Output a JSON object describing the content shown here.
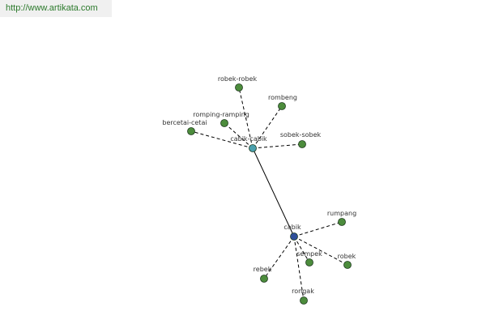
{
  "banner": {
    "url_text": "http://www.artikata.com"
  },
  "colors": {
    "root_node": "#2e4f9a",
    "hub_node": "#4aa0ae",
    "leaf_node": "#4c8c3c",
    "node_stroke": "#1e3a1e",
    "edge": "#000000",
    "label": "#333333",
    "banner_bg": "#f0f0f0",
    "banner_text": "#2c7a2c"
  },
  "graph": {
    "nodes": [
      {
        "id": "cabik",
        "label": "cabik",
        "kind": "root"
      },
      {
        "id": "cabik-cabik",
        "label": "cabik-cabik",
        "kind": "hub"
      },
      {
        "id": "robek-robek",
        "label": "robek-robek",
        "kind": "leaf"
      },
      {
        "id": "rombeng",
        "label": "rombeng",
        "kind": "leaf"
      },
      {
        "id": "romping-ramping",
        "label": "romping-ramping",
        "kind": "leaf"
      },
      {
        "id": "bercetai-cetai",
        "label": "bercetai-cetai",
        "kind": "leaf"
      },
      {
        "id": "sobek-sobek",
        "label": "sobek-sobek",
        "kind": "leaf"
      },
      {
        "id": "rumpang",
        "label": "rumpang",
        "kind": "leaf"
      },
      {
        "id": "sempek",
        "label": "sempek",
        "kind": "leaf"
      },
      {
        "id": "robek",
        "label": "robek",
        "kind": "leaf"
      },
      {
        "id": "rebek",
        "label": "rebek",
        "kind": "leaf"
      },
      {
        "id": "rongak",
        "label": "rongak",
        "kind": "leaf"
      }
    ],
    "edges": [
      {
        "from": "cabik",
        "to": "cabik-cabik",
        "style": "solid"
      },
      {
        "from": "cabik-cabik",
        "to": "robek-robek",
        "style": "dashed"
      },
      {
        "from": "cabik-cabik",
        "to": "rombeng",
        "style": "dashed"
      },
      {
        "from": "cabik-cabik",
        "to": "romping-ramping",
        "style": "dashed"
      },
      {
        "from": "cabik-cabik",
        "to": "bercetai-cetai",
        "style": "dashed"
      },
      {
        "from": "cabik-cabik",
        "to": "sobek-sobek",
        "style": "dashed"
      },
      {
        "from": "cabik",
        "to": "rumpang",
        "style": "dashed"
      },
      {
        "from": "cabik",
        "to": "sempek",
        "style": "dashed"
      },
      {
        "from": "cabik",
        "to": "robek",
        "style": "dashed"
      },
      {
        "from": "cabik",
        "to": "rebek",
        "style": "dashed"
      },
      {
        "from": "cabik",
        "to": "rongak",
        "style": "dashed"
      }
    ]
  }
}
